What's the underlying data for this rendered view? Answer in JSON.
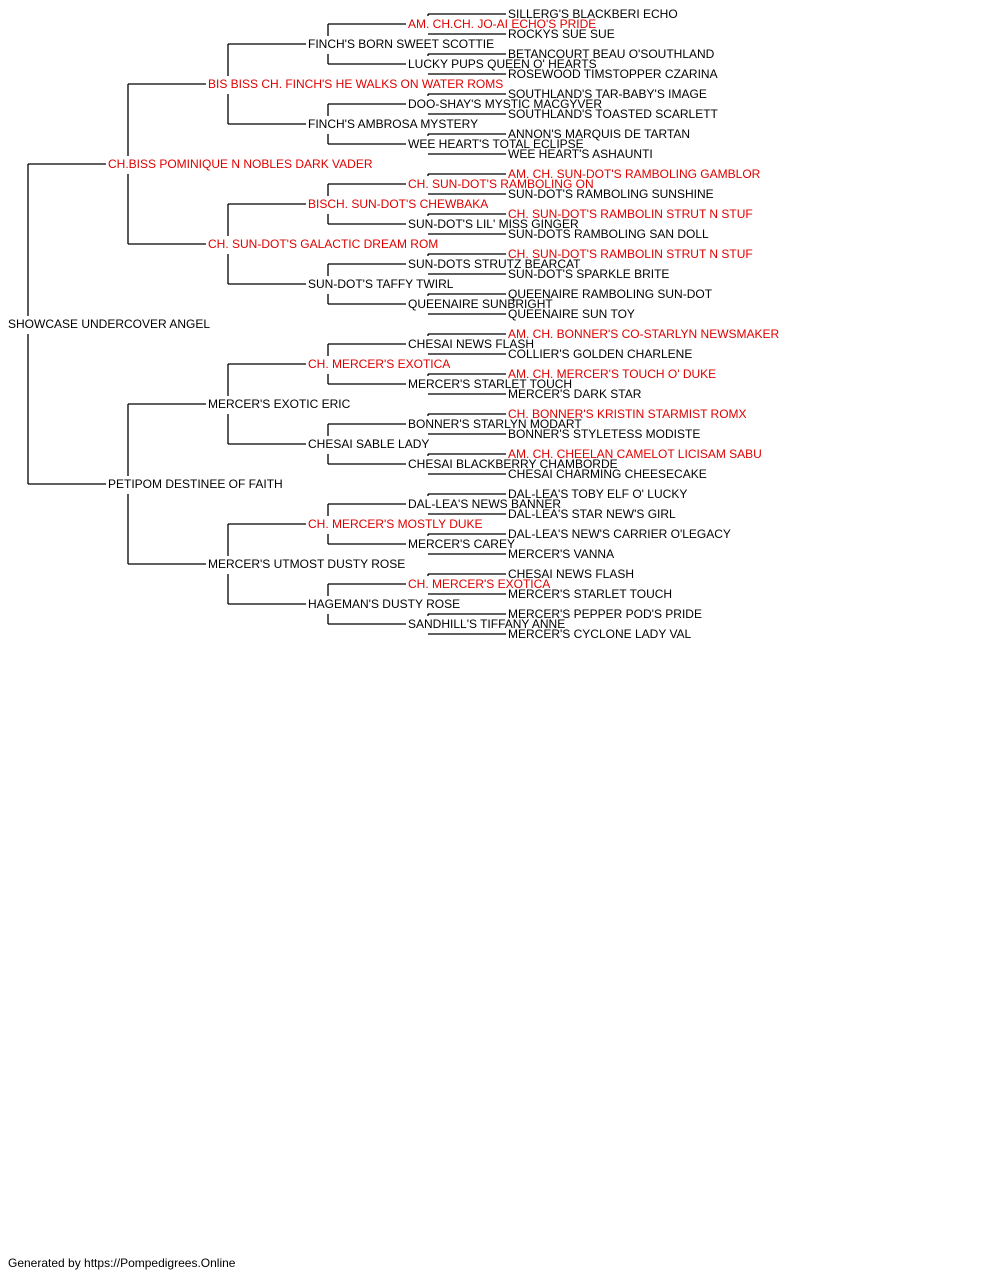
{
  "colors": {
    "champion": "#e00000",
    "normal": "#000000",
    "line": "#000000"
  },
  "footer": "Generated by https://Pompedigrees.Online",
  "tree": {
    "name": "SHOWCASE UNDERCOVER ANGEL",
    "ch": false,
    "sire": {
      "name": "CH.BISS POMINIQUE N NOBLES DARK VADER",
      "ch": true,
      "sire": {
        "name": "BIS BISS CH. FINCH'S HE WALKS ON WATER ROMS",
        "ch": true,
        "sire": {
          "name": "FINCH'S BORN SWEET SCOTTIE",
          "ch": false,
          "sire": {
            "name": "AM. CH.CH. JO-AI ECHO'S PRIDE",
            "ch": true,
            "sire": {
              "name": "SILLERG'S BLACKBERI ECHO",
              "ch": false
            },
            "dam": {
              "name": "ROCKYS SUE SUE",
              "ch": false
            }
          },
          "dam": {
            "name": "LUCKY PUPS QUEEN O' HEARTS",
            "ch": false,
            "sire": {
              "name": "BETANCOURT BEAU O'SOUTHLAND",
              "ch": false
            },
            "dam": {
              "name": "ROSEWOOD TIMSTOPPER CZARINA",
              "ch": false
            }
          }
        },
        "dam": {
          "name": "FINCH'S AMBROSA MYSTERY",
          "ch": false,
          "sire": {
            "name": "DOO-SHAY'S MYSTIC MACGYVER",
            "ch": false,
            "sire": {
              "name": "SOUTHLAND'S TAR-BABY'S IMAGE",
              "ch": false
            },
            "dam": {
              "name": "SOUTHLAND'S TOASTED SCARLETT",
              "ch": false
            }
          },
          "dam": {
            "name": "WEE HEART'S TOTAL ECLIPSE",
            "ch": false,
            "sire": {
              "name": "ANNON'S MARQUIS DE TARTAN",
              "ch": false
            },
            "dam": {
              "name": "WEE HEART'S ASHAUNTI",
              "ch": false
            }
          }
        }
      },
      "dam": {
        "name": "CH. SUN-DOT'S GALACTIC DREAM ROM",
        "ch": true,
        "sire": {
          "name": "BISCH. SUN-DOT'S CHEWBAKA",
          "ch": true,
          "sire": {
            "name": "CH. SUN-DOT'S RAMBOLING ON",
            "ch": true,
            "sire": {
              "name": "AM. CH. SUN-DOT'S RAMBOLING GAMBLOR",
              "ch": true
            },
            "dam": {
              "name": "SUN-DOT'S RAMBOLING SUNSHINE",
              "ch": false
            }
          },
          "dam": {
            "name": "SUN-DOT'S LIL' MISS GINGER",
            "ch": false,
            "sire": {
              "name": "CH. SUN-DOT'S RAMBOLIN STRUT N STUF",
              "ch": true
            },
            "dam": {
              "name": "SUN-DOTS RAMBOLING SAN DOLL",
              "ch": false
            }
          }
        },
        "dam": {
          "name": "SUN-DOT'S TAFFY TWIRL",
          "ch": false,
          "sire": {
            "name": "SUN-DOTS STRUTZ BEARCAT",
            "ch": false,
            "sire": {
              "name": "CH. SUN-DOT'S RAMBOLIN STRUT N STUF",
              "ch": true
            },
            "dam": {
              "name": "SUN-DOT'S SPARKLE BRITE",
              "ch": false
            }
          },
          "dam": {
            "name": "QUEENAIRE SUNBRIGHT",
            "ch": false,
            "sire": {
              "name": "QUEENAIRE RAMBOLING SUN-DOT",
              "ch": false
            },
            "dam": {
              "name": "QUEENAIRE SUN TOY",
              "ch": false
            }
          }
        }
      }
    },
    "dam": {
      "name": "PETIPOM DESTINEE OF FAITH",
      "ch": false,
      "sire": {
        "name": "MERCER'S EXOTIC ERIC",
        "ch": false,
        "sire": {
          "name": "CH. MERCER'S EXOTICA",
          "ch": true,
          "sire": {
            "name": "CHESAI NEWS FLASH",
            "ch": false,
            "sire": {
              "name": "AM. CH. BONNER'S CO-STARLYN NEWSMAKER",
              "ch": true
            },
            "dam": {
              "name": "COLLIER'S GOLDEN CHARLENE",
              "ch": false
            }
          },
          "dam": {
            "name": "MERCER'S STARLET TOUCH",
            "ch": false,
            "sire": {
              "name": "AM. CH. MERCER'S TOUCH O' DUKE",
              "ch": true
            },
            "dam": {
              "name": "MERCER'S DARK STAR",
              "ch": false
            }
          }
        },
        "dam": {
          "name": "CHESAI SABLE LADY",
          "ch": false,
          "sire": {
            "name": "BONNER'S STARLYN MODART",
            "ch": false,
            "sire": {
              "name": "CH. BONNER'S KRISTIN STARMIST ROMX",
              "ch": true
            },
            "dam": {
              "name": "BONNER'S STYLETESS MODISTE",
              "ch": false
            }
          },
          "dam": {
            "name": "CHESAI BLACKBERRY CHAMBORDE",
            "ch": false,
            "sire": {
              "name": "AM. CH. CHEELAN CAMELOT LICISAM SABU",
              "ch": true
            },
            "dam": {
              "name": "CHESAI CHARMING CHEESECAKE",
              "ch": false
            }
          }
        }
      },
      "dam": {
        "name": "MERCER'S UTMOST DUSTY ROSE",
        "ch": false,
        "sire": {
          "name": "CH. MERCER'S MOSTLY DUKE",
          "ch": true,
          "sire": {
            "name": "DAL-LEA'S NEWS BANNER",
            "ch": false,
            "sire": {
              "name": "DAL-LEA'S TOBY ELF O' LUCKY",
              "ch": false
            },
            "dam": {
              "name": "DAL-LEA'S STAR NEW'S GIRL",
              "ch": false
            }
          },
          "dam": {
            "name": "MERCER'S CAREY",
            "ch": false,
            "sire": {
              "name": "DAL-LEA'S NEW'S CARRIER O'LEGACY",
              "ch": false
            },
            "dam": {
              "name": "MERCER'S VANNA",
              "ch": false
            }
          }
        },
        "dam": {
          "name": "HAGEMAN'S DUSTY ROSE",
          "ch": false,
          "sire": {
            "name": "CH. MERCER'S EXOTICA",
            "ch": true,
            "sire": {
              "name": "CHESAI NEWS FLASH",
              "ch": false
            },
            "dam": {
              "name": "MERCER'S STARLET TOUCH",
              "ch": false
            }
          },
          "dam": {
            "name": "SANDHILL'S TIFFANY ANNE",
            "ch": false,
            "sire": {
              "name": "MERCER'S PEPPER POD'S PRIDE",
              "ch": false
            },
            "dam": {
              "name": "MERCER'S CYCLONE LADY VAL",
              "ch": false
            }
          }
        }
      }
    }
  }
}
